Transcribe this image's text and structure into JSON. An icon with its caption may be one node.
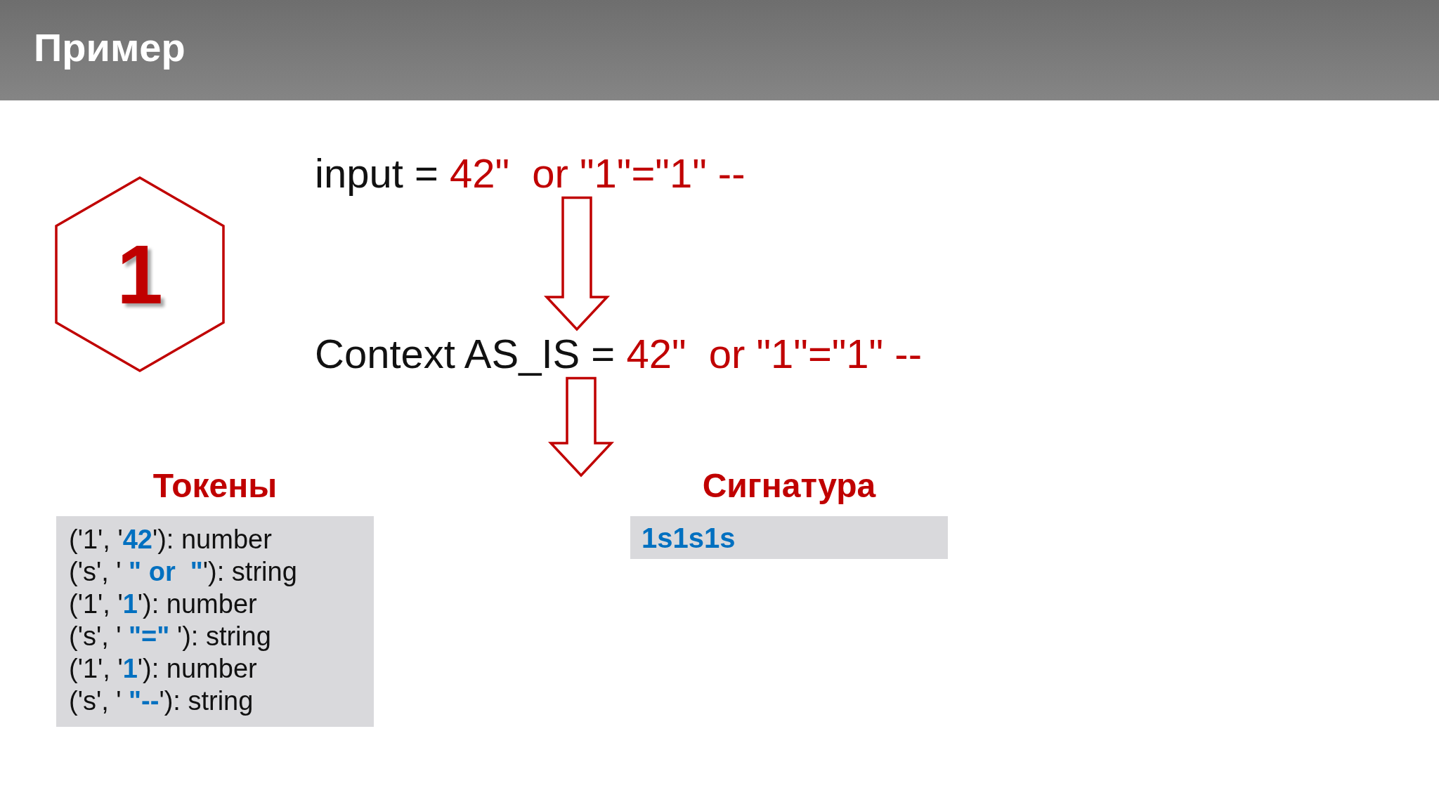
{
  "diagram": {
    "title": "Пример",
    "nodes": [
      {
        "text": [
          "1"
        ]
      },
      {
        "text": [
          "input =",
          "42\"  or \"1\"=\"1\" --"
        ]
      },
      {
        "text": [
          "Context AS_IS =",
          "42\"  or \"1\"=\"1\" --"
        ]
      },
      {
        "text": [
          "Токены",
          "('1', '**42**'): number",
          "('s', ' **\" or  \"**'): string",
          "('1', '**1**'): number",
          "('s', ' **\"=\"** '): string",
          "('1', '**1**'): number",
          "('s', ' **\"--**'): string"
        ]
      },
      {
        "text": [
          "Сигнатура",
          "1s1s1s"
        ]
      }
    ],
    "edges": [
      {
        "from": 1,
        "to": 2,
        "arrow": "to"
      },
      {
        "from": 2,
        "to": null,
        "arrow": "to"
      }
    ]
  }
}
